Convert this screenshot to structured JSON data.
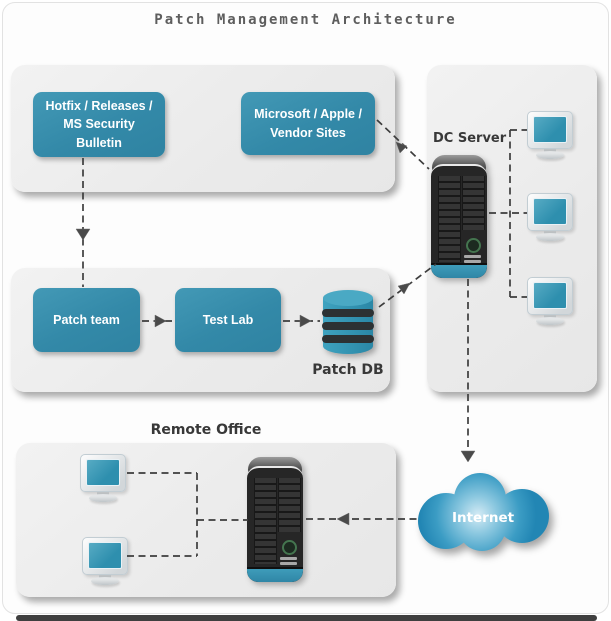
{
  "title": "Patch Management Architecture",
  "sources_panel": {
    "hotfix_label": "Hotfix / Releases /\nMS Security\nBulletin",
    "vendor_label": "Microsoft / Apple /\nVendor Sites"
  },
  "process_panel": {
    "patch_team_label": "Patch team",
    "test_lab_label": "Test Lab",
    "patch_db_label": "Patch DB"
  },
  "dc_panel": {
    "label": "DC Server"
  },
  "remote_panel": {
    "label": "Remote Office"
  },
  "internet": {
    "label": "Internet"
  },
  "colors": {
    "teal": "#3690AE",
    "cloud_blue": "#2F9CC9",
    "panel_gray": "#ECECEC",
    "server_dark": "#2C2C2C",
    "connector": "#3D3D3D",
    "label_text": "#383838"
  }
}
